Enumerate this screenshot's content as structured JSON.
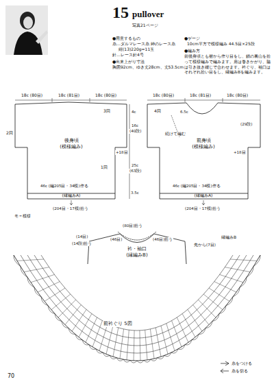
{
  "diagram": {
    "nodes": [
      {
        "text": [
          "後身頃",
          "(模様編み)"
        ]
      },
      {
        "text": [
          "(縁編みA)"
        ]
      },
      {
        "text": [
          "前身頃",
          "(模様編み)"
        ]
      },
      {
        "text": [
          "(縁編みA)"
        ]
      },
      {
        "text": [
          "衿・袖口",
          "(縁編みB)"
        ]
      }
    ],
    "labels": [
      "15",
      "pullover",
      "写真21ページ",
      "●用意するもの",
      "糸…ダルマレース糸 紳のレース糸",
      "紺(13)220g=11玉",
      "針…レース針4号",
      "●出来上がり寸法",
      "胸囲92cm、ゆき丈28cm、丈53.5cm",
      "●ゲージ",
      "10cm平方で模様編み 44.5目×25段",
      "●編み方",
      "前後身頃とも裾から作り目をし、鎖の裏山を拾って模様編みで編みます。肩は巻きかがり、脇は引き抜き綴じで合わせます。衿ぐり、袖口はそれぞれ拾い目をし、縁編みBを編みます。",
      "18c (80目)",
      "18c (81目)",
      "18c (80目)",
      "18c (80目)",
      "18c (81目)",
      "18c (80目)",
      "3回",
      "2回",
      "1回",
      "4c",
      "16c",
      "(40段)",
      "+18目",
      "25c",
      "(63段)",
      "3.5c",
      "4回",
      "6.5c",
      "続けて編む",
      "(29段)",
      "+18目",
      "46c (編205目・34模)作る",
      "46c (編205目・34模)作る",
      "(204目・17模)拾う",
      "(204目・17模)拾う",
      "モ＝模様",
      "(80目)拾う",
      "(46目)",
      "(46目)拾う",
      "(14目)",
      "(14段)拾う",
      "先から(7目)",
      "縁編みB",
      "前衿ぐり 5図",
      "70"
    ],
    "legend": [
      {
        "text": "糸をつける"
      },
      {
        "text": "糸を切る"
      }
    ]
  }
}
